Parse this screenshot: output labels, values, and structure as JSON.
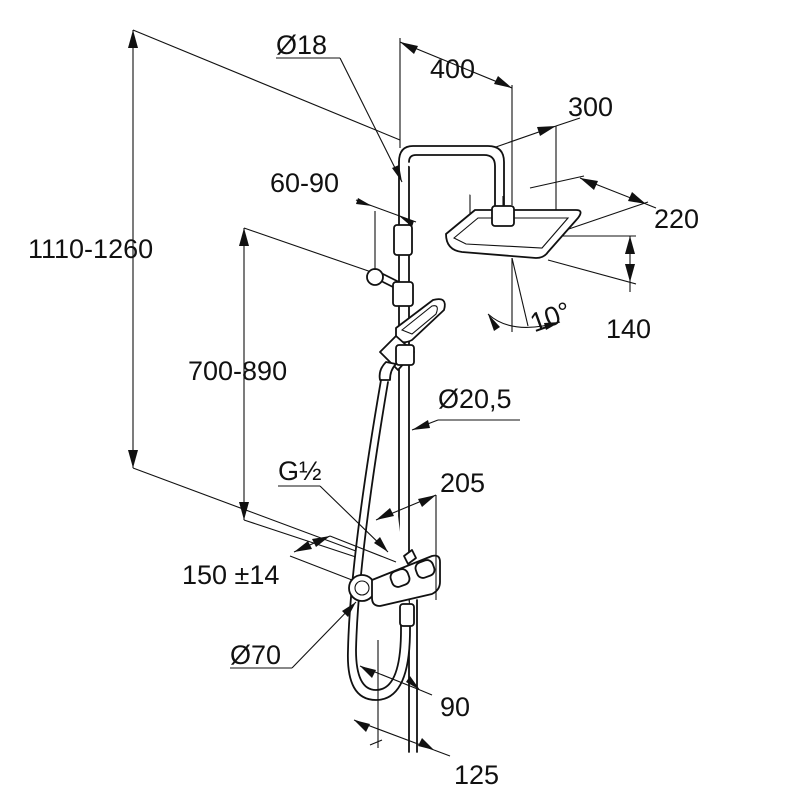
{
  "dimensions": {
    "pipe_diameter_top": "Ø18",
    "overhead_width": "400",
    "head_depth": "300",
    "head_width": "220",
    "head_height": "140",
    "tilt_angle": "10°",
    "bracket_adjust": "60-90",
    "total_height": "1110-1260",
    "mixer_height": "700-890",
    "rod_diameter": "Ø20,5",
    "thread": "G½",
    "mixer_width": "205",
    "inlet_spacing": "150 ±14",
    "escutcheon_diameter": "Ø70",
    "wall_offset_mixer": "90",
    "wall_offset_rod": "125"
  }
}
